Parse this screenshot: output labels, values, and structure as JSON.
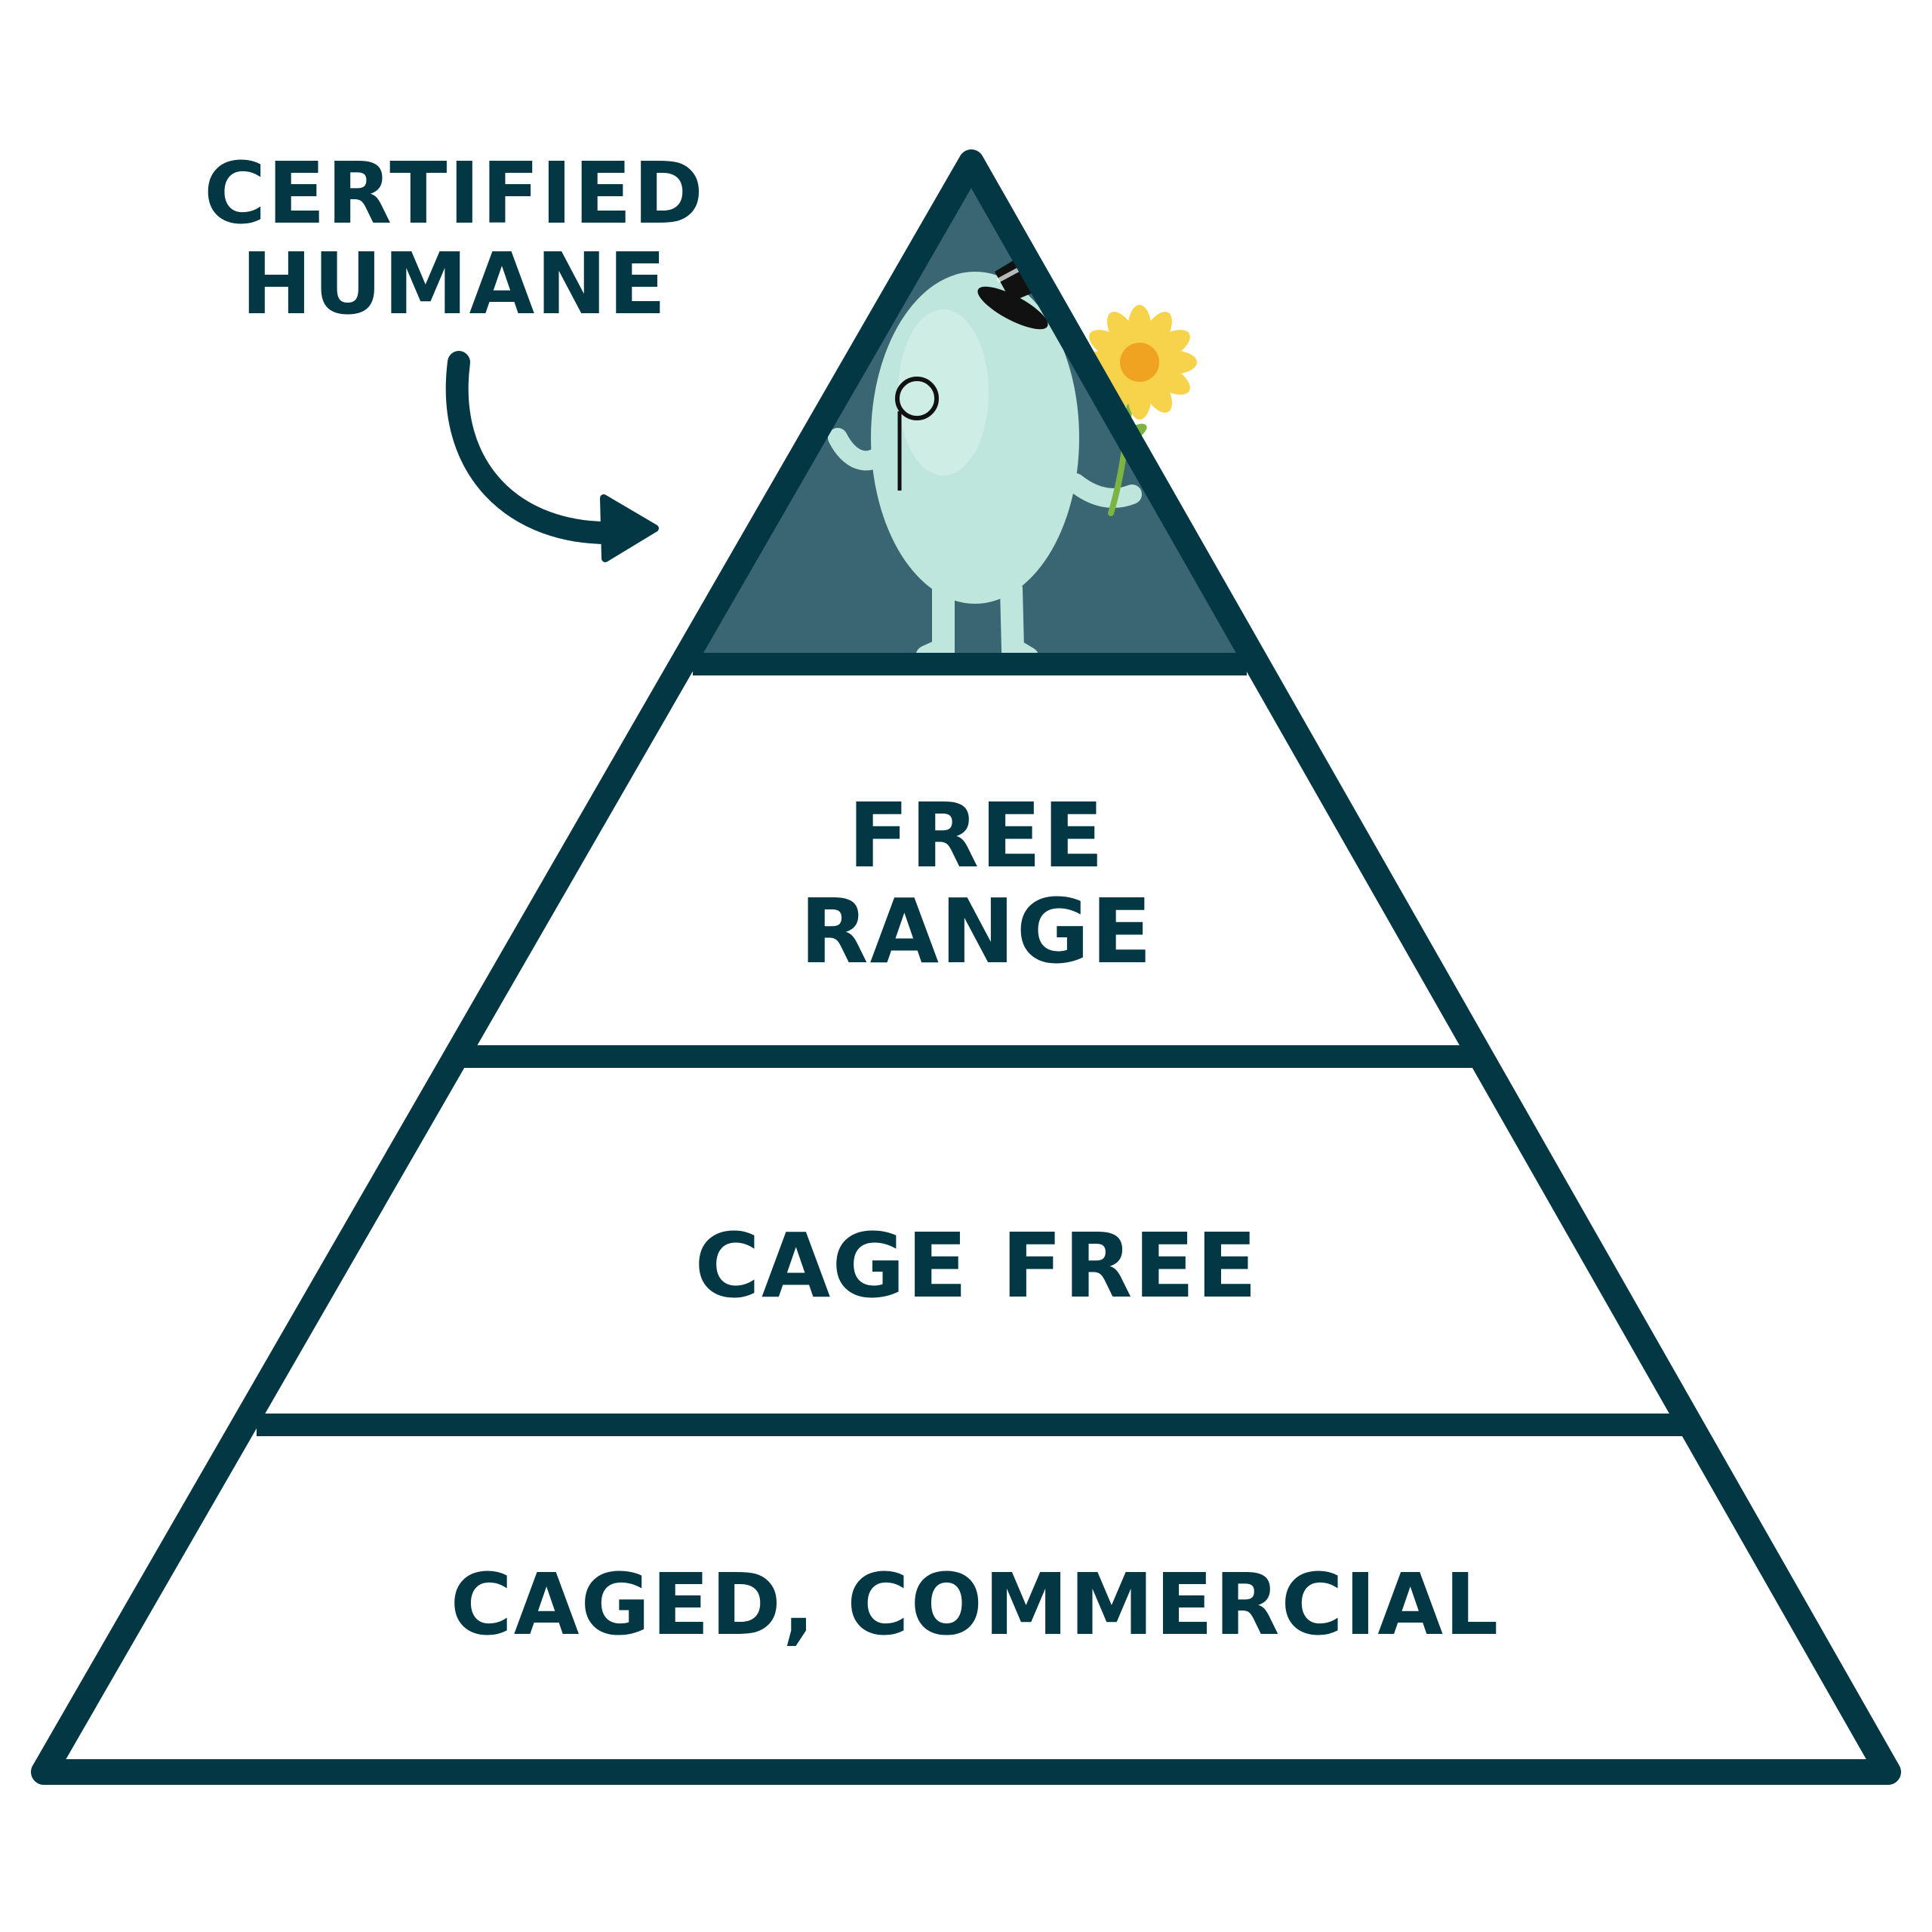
{
  "callout": {
    "line1": "CERTIFIED",
    "line2": "HUMANE"
  },
  "tiers": {
    "top_label": "",
    "free_range_line1": "FREE",
    "free_range_line2": "RANGE",
    "cage_free": "CAGE FREE",
    "caged_commercial": "CAGED, COMMERCIAL"
  },
  "colors": {
    "outline": "#023743",
    "top_fill": "#3A6572",
    "egg_body": "#BFE6DC",
    "flower_petal": "#F7D24B",
    "flower_center": "#F0A320",
    "stem": "#7CB342"
  },
  "icons": {
    "mascot": "egg-mascot-with-top-hat-monocle-and-flower",
    "arrow": "curved-arrow-icon"
  }
}
